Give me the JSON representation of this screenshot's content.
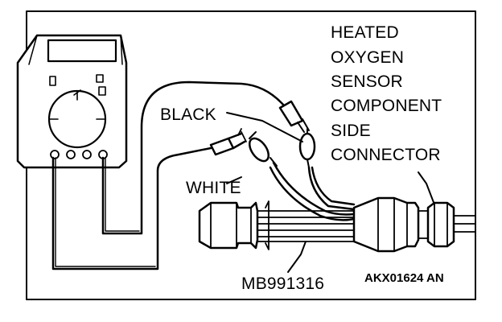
{
  "labels": {
    "sensor_title": [
      "HEATED",
      "OXYGEN",
      "SENSOR",
      "COMPONENT",
      "SIDE",
      "CONNECTOR"
    ],
    "black_lead": "BLACK",
    "white_lead": "WHITE",
    "harness_part": "MB991316",
    "figure_code": "AKX01624 AN"
  },
  "colors": {
    "ink": "#000000",
    "paper": "#ffffff"
  }
}
